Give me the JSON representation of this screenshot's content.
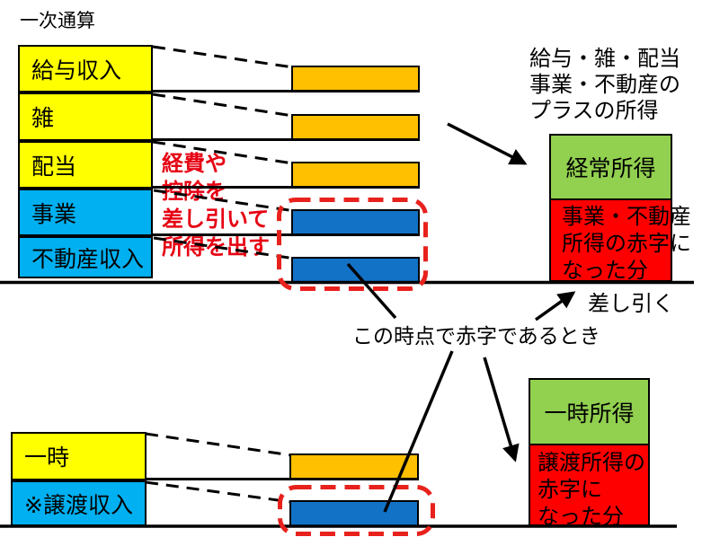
{
  "title": "一次通算",
  "colors": {
    "yellow": "#FFFF00",
    "light_blue": "#00B0F0",
    "bar_orange": "#FFC000",
    "bar_blue": "#1272C6",
    "green": "#92D050",
    "red": "#FF0000",
    "red_dash": "#E8211C",
    "red_text": "#E60012"
  },
  "top_section": {
    "income_boxes": [
      {
        "label": "給与収入"
      },
      {
        "label": "雑"
      },
      {
        "label": "配当"
      },
      {
        "label": "事業"
      },
      {
        "label": "不動産収入"
      }
    ],
    "expense_note": {
      "lines": [
        "経費や",
        "控除を",
        "差し引いて",
        "所得を出す"
      ]
    },
    "plus_income_note": {
      "lines": [
        "給与・雑・配当",
        "事業・不動産の",
        "プラスの所得"
      ]
    },
    "ordinary_income_label": "経常所得",
    "business_deficit_note": {
      "lines": [
        "事業・不動産",
        "所得の赤字に",
        "なった分"
      ]
    },
    "subtract_label": "差し引く"
  },
  "middle_note": "この時点で赤字であるとき",
  "bottom_section": {
    "income_boxes": [
      {
        "label": "一時"
      },
      {
        "label": "※譲渡収入"
      }
    ],
    "temporary_income_label": "一時所得",
    "transfer_deficit_note": {
      "lines": [
        "譲渡所得の",
        "赤字に",
        "なった分"
      ]
    }
  }
}
